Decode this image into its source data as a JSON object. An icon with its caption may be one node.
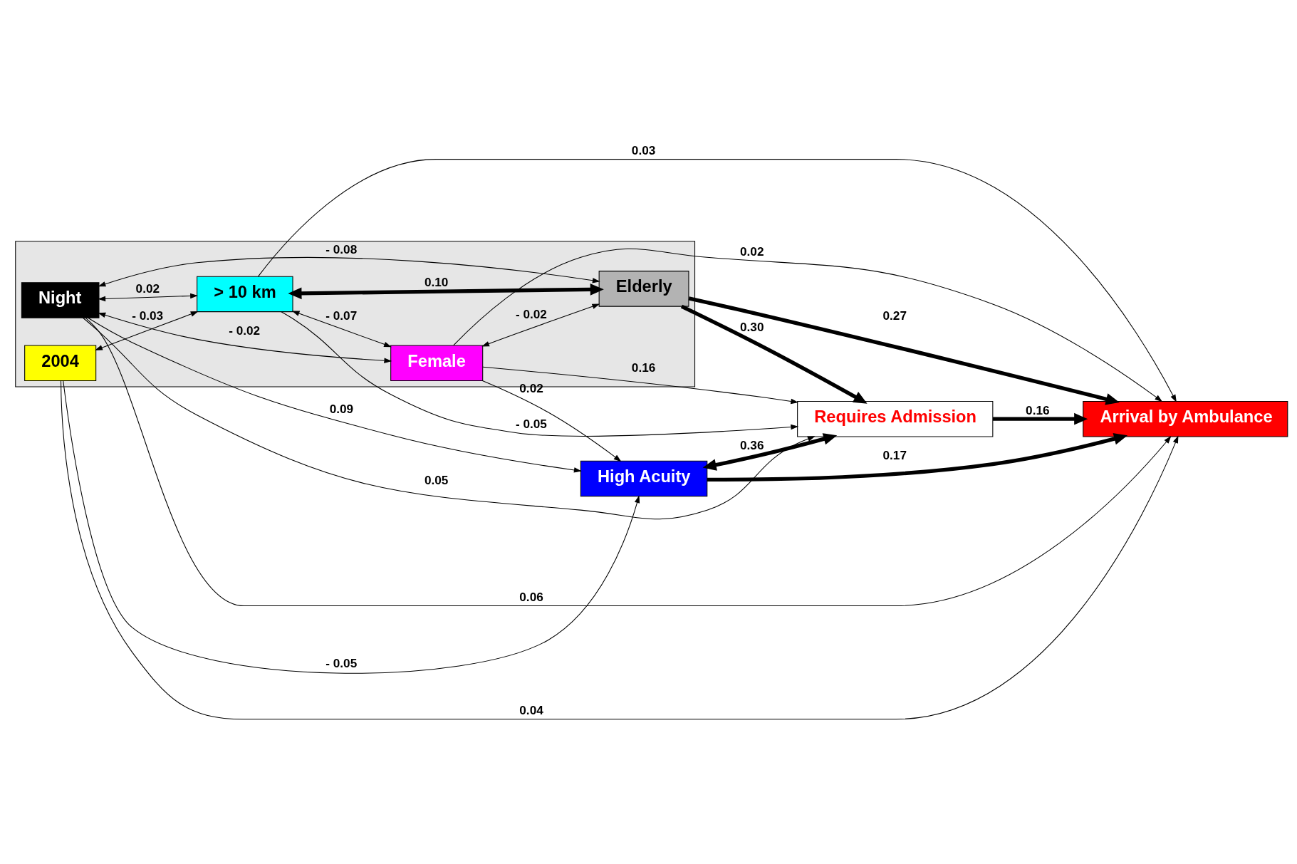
{
  "diagram": {
    "nodes": [
      {
        "text": [],
        "shape": "box"
      },
      {
        "text": [
          "Night"
        ],
        "in": 0
      },
      {
        "text": [
          "2004"
        ],
        "in": 0
      },
      {
        "text": [
          "> 10 km"
        ],
        "in": 0
      },
      {
        "text": [
          "Female"
        ],
        "in": 0
      },
      {
        "text": [
          "Elderly"
        ],
        "in": 0
      },
      {
        "text": [
          "High Acuity"
        ]
      },
      {
        "text": [
          "Requires Admission"
        ]
      },
      {
        "text": [
          "Arrival by Ambulance"
        ]
      }
    ],
    "edges": [
      {
        "from": 1,
        "to": 6,
        "arrow": "to",
        "label": "0.09"
      },
      {
        "from": 1,
        "to": 7,
        "arrow": "to",
        "label": "0.05"
      },
      {
        "from": 1,
        "to": 8,
        "arrow": "to",
        "label": "0.06"
      },
      {
        "from": 2,
        "to": 6,
        "arrow": "to",
        "label": "- 0.05"
      },
      {
        "from": 2,
        "to": 8,
        "arrow": "to",
        "label": "0.04"
      },
      {
        "from": 3,
        "to": 8,
        "arrow": "to",
        "label": "0.03"
      },
      {
        "from": 3,
        "to": 7,
        "arrow": "to",
        "label": "- 0.05"
      },
      {
        "from": 4,
        "to": 6,
        "arrow": "to",
        "label": "0.02"
      },
      {
        "from": 4,
        "to": 7,
        "arrow": "to",
        "label": "0.16"
      },
      {
        "from": 4,
        "to": 8,
        "arrow": "to",
        "label": "0.02"
      },
      {
        "from": 5,
        "to": 7,
        "arrow": "to",
        "label": "0.30",
        "style": "thick"
      },
      {
        "from": 5,
        "to": 8,
        "arrow": "to",
        "label": "0.27",
        "style": "thick"
      },
      {
        "from": 6,
        "to": 8,
        "arrow": "to",
        "label": "0.17",
        "style": "thick"
      },
      {
        "from": 7,
        "to": 8,
        "arrow": "to",
        "label": "0.16",
        "style": "thick"
      },
      {
        "from": 6,
        "to": 7,
        "arrow": "both",
        "label": "0.36",
        "style": "thick"
      },
      {
        "from": 2,
        "to": 3,
        "arrow": "both",
        "label": "- 0.03"
      },
      {
        "from": 1,
        "to": 3,
        "arrow": "both",
        "label": "0.02"
      },
      {
        "from": 1,
        "to": 4,
        "arrow": "both",
        "label": "- 0.02"
      },
      {
        "from": 1,
        "to": 5,
        "arrow": "both",
        "label": "- 0.08"
      },
      {
        "from": 3,
        "to": 4,
        "arrow": "both",
        "label": "- 0.07"
      },
      {
        "from": 3,
        "to": 5,
        "arrow": "both",
        "label": "0.10",
        "style": "thick"
      },
      {
        "from": 4,
        "to": 5,
        "arrow": "both",
        "label": "- 0.02"
      }
    ]
  }
}
